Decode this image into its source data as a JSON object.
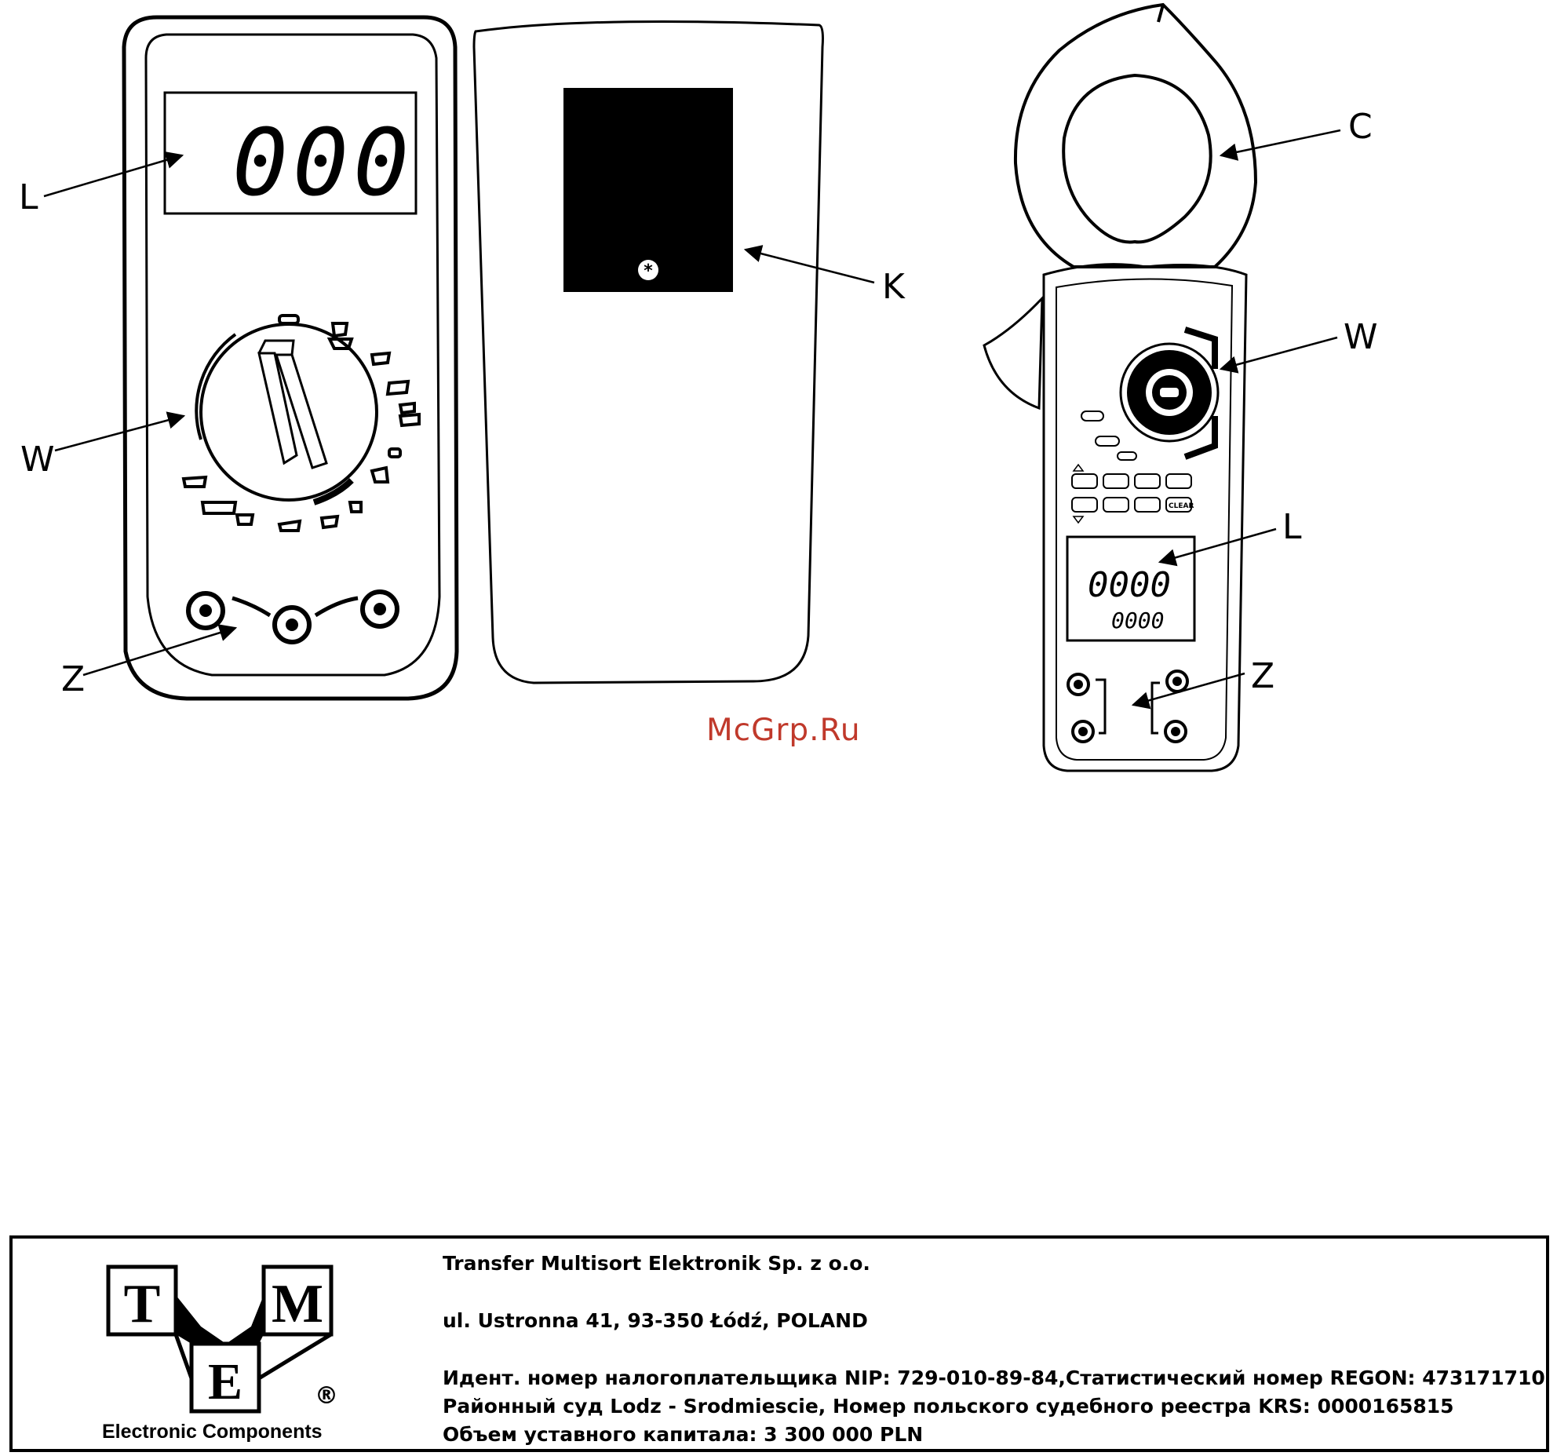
{
  "callouts": {
    "meter_display": "L",
    "meter_switch": "W",
    "meter_sockets": "Z",
    "back_cover": "K",
    "clamp_jaw": "C",
    "clamp_switch": "W",
    "clamp_display": "L",
    "clamp_sockets": "Z"
  },
  "meter": {
    "lcd_reading": "000"
  },
  "clamp": {
    "lcd_main": "0000",
    "lcd_sub": "0000",
    "button_labels": [
      "CLEAR"
    ]
  },
  "watermark": "McGrp.Ru",
  "footer": {
    "logo": {
      "letters": [
        "T",
        "M",
        "E"
      ],
      "registered": "®",
      "caption": "Electronic Components"
    },
    "company": "Transfer Multisort Elektronik Sp. z o.o.",
    "address": "ul. Ustronna 41, 93-350 Łódź, POLAND",
    "tax_line": "Идент. номер налогоплательщика NIP: 729-010-89-84,Статистический номер REGON: 473171710",
    "court_line": "Районный суд Lodz - Srodmiescie, Номер польского судебного реестра KRS: 0000165815",
    "capital_line": "Объем уставного капитала: 3 300 000 PLN"
  }
}
